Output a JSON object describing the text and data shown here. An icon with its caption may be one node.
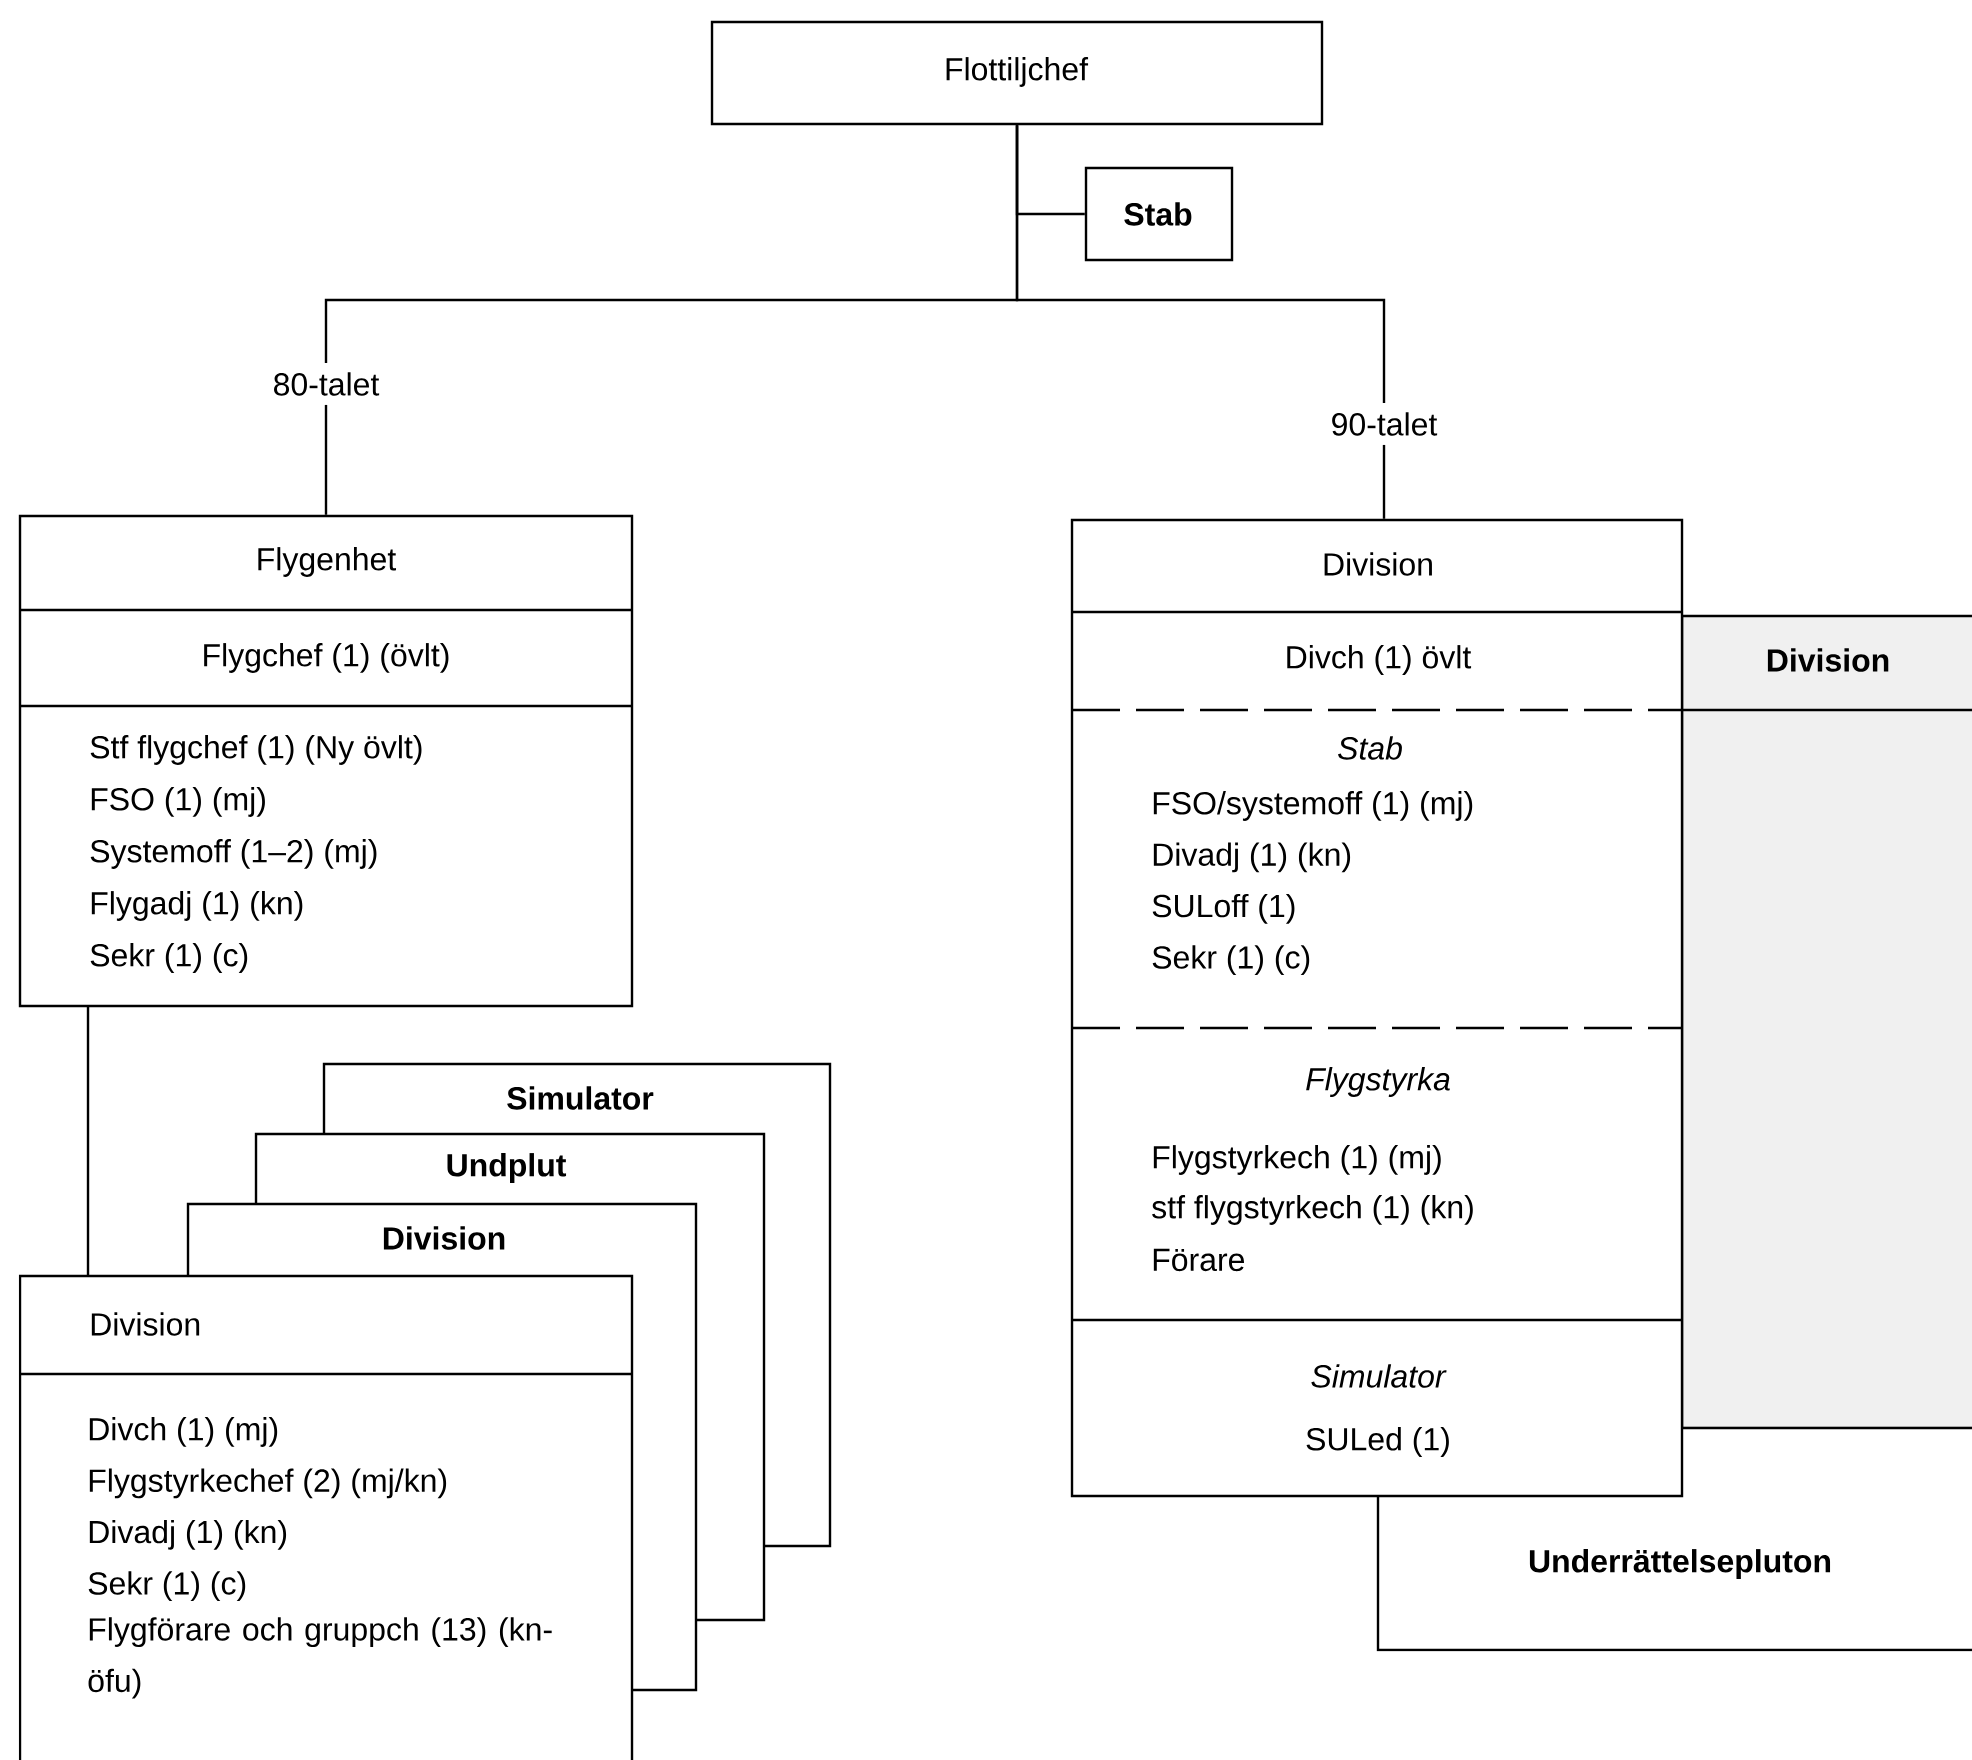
{
  "diagram": {
    "nodes": [
      {
        "text": [
          "Flottiljchef"
        ]
      },
      {
        "text": [
          "Stab"
        ]
      },
      {
        "text": [
          "80-talet"
        ]
      },
      {
        "text": [
          "90-talet"
        ]
      },
      {
        "text": [
          "Flygenhet",
          "Flygchef (1) (övlt)",
          "Stf flygchef (1) (Ny övlt)",
          "FSO (1) (mj)",
          "Systemoff (1–2) (mj)",
          "Flygadj (1) (kn)",
          "Sekr (1) (c)"
        ]
      },
      {
        "text": [
          "Simulator"
        ]
      },
      {
        "text": [
          "Undplut"
        ]
      },
      {
        "text": [
          "Division"
        ]
      },
      {
        "text": [
          "Division",
          "Divch (1) (mj)",
          "Flygstyrkechef (2) (mj/kn)",
          "Divadj (1) (kn)",
          "Sekr (1) (c)",
          "Flygförare och gruppch (13) (kn-öfu)"
        ]
      },
      {
        "text": [
          "Division"
        ]
      },
      {
        "text": [
          "Underrättelsepluton"
        ]
      },
      {
        "text": [
          "Division",
          "Divch (1) övlt",
          "Stab",
          "FSO/systemoff (1) (mj)",
          "Divadj (1) (kn)",
          "SULoff (1)",
          "Sekr (1) (c)",
          "Flygstyrka",
          "Flygstyrkech (1) (mj)",
          "stf flygstyrkech (1) (kn)",
          "Förare",
          "Simulator",
          "SULed (1)"
        ]
      }
    ],
    "edges": [
      {
        "from": 0,
        "to": 1,
        "arrow": "none"
      },
      {
        "from": 0,
        "to": 2,
        "arrow": "none"
      },
      {
        "from": 0,
        "to": 3,
        "arrow": "none"
      },
      {
        "from": 2,
        "to": 4,
        "arrow": "none"
      },
      {
        "from": 3,
        "to": 11,
        "arrow": "none"
      },
      {
        "from": 4,
        "to": 8,
        "arrow": "none"
      }
    ]
  }
}
